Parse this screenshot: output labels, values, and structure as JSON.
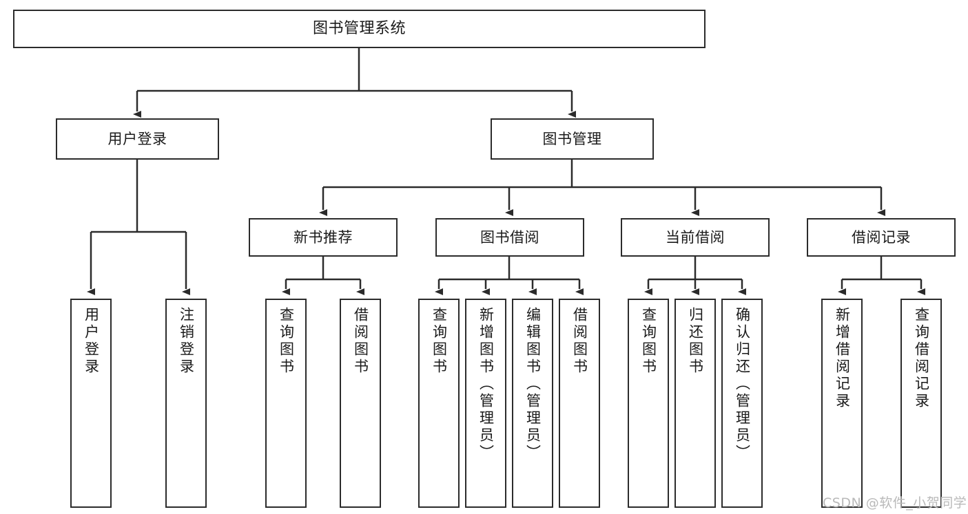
{
  "diagram": {
    "title": "图书管理系统",
    "type": "hierarchy-tree",
    "watermark": "CSDN @软件_小贺同学",
    "colors": {
      "stroke": "#2b2b2b",
      "background": "#ffffff",
      "text": "#1a1a1a",
      "watermark": "#b9b9b9"
    },
    "nodes": {
      "root": {
        "label": "图书管理系统",
        "orientation": "horizontal",
        "level": 0
      },
      "l1": [
        {
          "id": "user-login",
          "label": "用户登录",
          "orientation": "horizontal",
          "level": 1
        },
        {
          "id": "book-manage",
          "label": "图书管理",
          "orientation": "horizontal",
          "level": 1
        }
      ],
      "l2": [
        {
          "id": "new-book-recommend",
          "label": "新书推荐",
          "orientation": "horizontal",
          "level": 2,
          "parent": "book-manage"
        },
        {
          "id": "book-borrow",
          "label": "图书借阅",
          "orientation": "horizontal",
          "level": 2,
          "parent": "book-manage"
        },
        {
          "id": "current-borrow",
          "label": "当前借阅",
          "orientation": "horizontal",
          "level": 2,
          "parent": "book-manage"
        },
        {
          "id": "borrow-record",
          "label": "借阅记录",
          "orientation": "horizontal",
          "level": 2,
          "parent": "book-manage"
        }
      ],
      "leaves": [
        {
          "id": "leaf-user-login",
          "label": "用户登录",
          "orientation": "vertical",
          "parent": "user-login"
        },
        {
          "id": "leaf-user-logout",
          "label": "注销登录",
          "orientation": "vertical",
          "parent": "user-login"
        },
        {
          "id": "leaf-query-book-1",
          "label": "查询图书",
          "orientation": "vertical",
          "parent": "new-book-recommend"
        },
        {
          "id": "leaf-borrow-book-1",
          "label": "借阅图书",
          "orientation": "vertical",
          "parent": "new-book-recommend"
        },
        {
          "id": "leaf-query-book-2",
          "label": "查询图书",
          "orientation": "vertical",
          "parent": "book-borrow"
        },
        {
          "id": "leaf-add-book",
          "label": "新增图书（管理员）",
          "orientation": "vertical",
          "parent": "book-borrow"
        },
        {
          "id": "leaf-edit-book",
          "label": "编辑图书（管理员）",
          "orientation": "vertical",
          "parent": "book-borrow"
        },
        {
          "id": "leaf-borrow-book-2",
          "label": "借阅图书",
          "orientation": "vertical",
          "parent": "book-borrow"
        },
        {
          "id": "leaf-query-book-3",
          "label": "查询图书",
          "orientation": "vertical",
          "parent": "current-borrow"
        },
        {
          "id": "leaf-return-book",
          "label": "归还图书",
          "orientation": "vertical",
          "parent": "current-borrow"
        },
        {
          "id": "leaf-confirm-return",
          "label": "确认归还（管理员）",
          "orientation": "vertical",
          "parent": "current-borrow"
        },
        {
          "id": "leaf-add-record",
          "label": "新增借阅记录",
          "orientation": "vertical",
          "parent": "borrow-record"
        },
        {
          "id": "leaf-query-record",
          "label": "查询借阅记录",
          "orientation": "vertical",
          "parent": "borrow-record"
        }
      ]
    }
  }
}
